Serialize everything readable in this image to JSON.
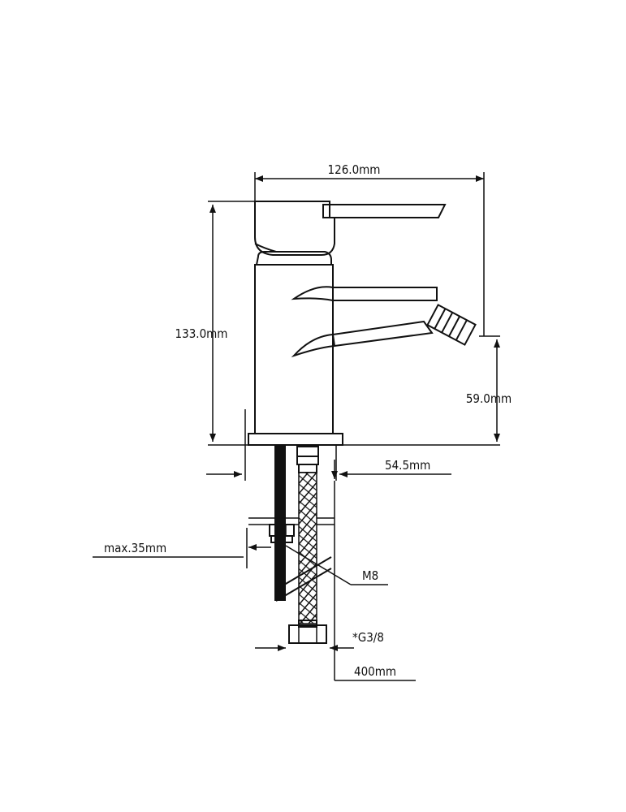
{
  "dimensions": {
    "width_top": "126.0mm",
    "height_total": "133.0mm",
    "spout_height": "59.0mm",
    "base_diameter": "54.5mm",
    "max_counter": "max.35mm",
    "rod_thread": "M8",
    "hose_thread": "*G3/8",
    "hose_length": "400mm"
  },
  "colors": {
    "line": "#111111",
    "background": "#ffffff"
  }
}
